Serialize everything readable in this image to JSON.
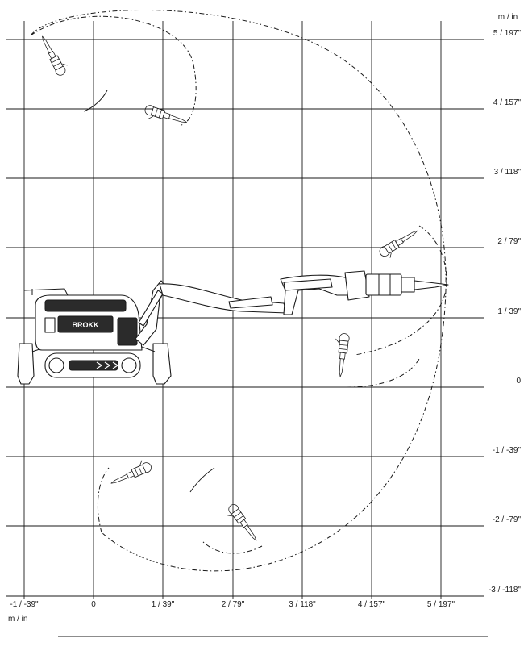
{
  "unit_label_top": "m / in",
  "unit_label_bottom": "m / in",
  "y_axis_labels": [
    "5 / 197\"",
    "4 / 157\"",
    "3 / 118\"",
    "2 / 79\"",
    "1 / 39\"",
    "0",
    "-1 / -39\"",
    "-2 / -79\"",
    "-3 / -118\""
  ],
  "x_axis_labels": [
    "-1 / -39\"",
    "0",
    "1 / 39\"",
    "2 / 79\"",
    "3 / 118\"",
    "4 / 157\"",
    "5 / 197\""
  ],
  "machine_brand": "BROKK"
}
